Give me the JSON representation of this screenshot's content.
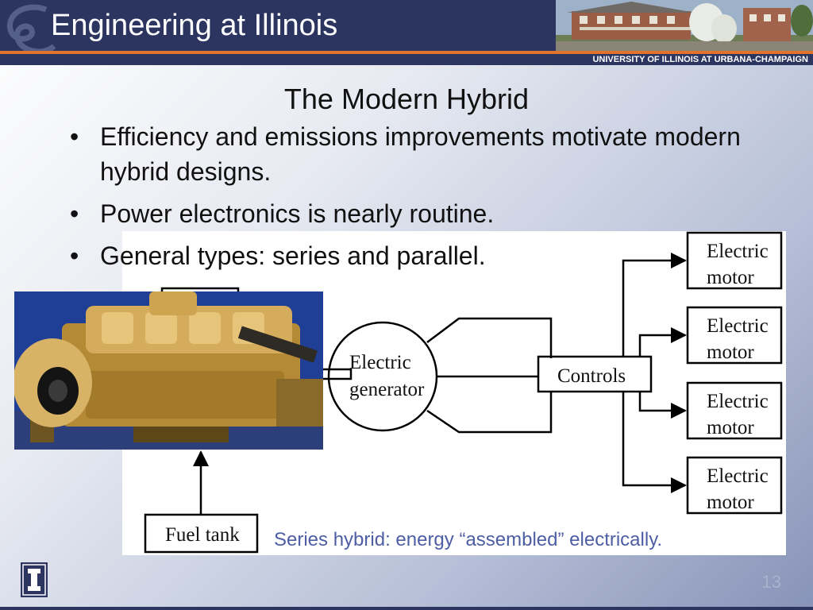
{
  "header": {
    "title": "Engineering at Illinois",
    "university": "UNIVERSITY OF ILLINOIS AT URBANA-CHAMPAIGN"
  },
  "slide": {
    "title": "The Modern Hybrid",
    "bullets": [
      "Efficiency and emissions improvements motivate modern hybrid designs.",
      "Power electronics is nearly routine.",
      "General types: series and parallel."
    ],
    "bullet_glyph": "•",
    "caption": "Series hybrid: energy “assembled” electrically.",
    "page_number": "13"
  },
  "diagram": {
    "generator": [
      "Electric",
      "generator"
    ],
    "controls": "Controls",
    "motors": [
      [
        "Electric",
        "motor"
      ],
      [
        "Electric",
        "motor"
      ],
      [
        "Electric",
        "motor"
      ],
      [
        "Electric",
        "motor"
      ]
    ],
    "fuel_tank": "Fuel tank"
  },
  "icons": {
    "header_logo": "script-e-watermark",
    "header_photo": "campus-building-photo",
    "engine_photo": "diesel-engine-photo",
    "footer_logo": "block-i-logo"
  },
  "colors": {
    "header_bg": "#2c3560",
    "accent_orange": "#e1732c",
    "caption_blue": "#4e5ea5",
    "page_number": "#a9b2cd"
  }
}
